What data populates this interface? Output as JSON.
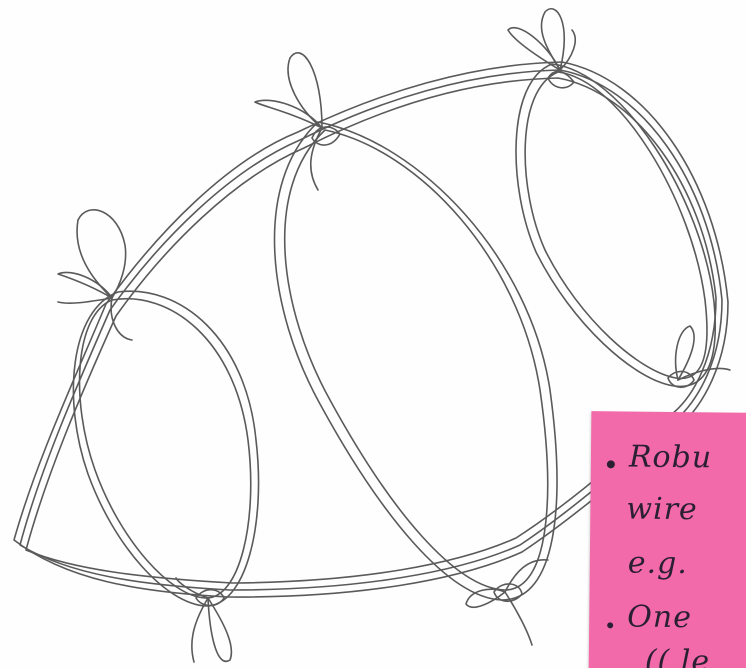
{
  "colors": {
    "paper": "#fefefe",
    "pencil": "#5a5a5a",
    "sticky_note": "#f26aa9",
    "note_ink": "#2b1f33"
  },
  "sticky_note": {
    "lines": [
      "Robu",
      "wire",
      "e.g.",
      "One",
      "(( le"
    ]
  }
}
